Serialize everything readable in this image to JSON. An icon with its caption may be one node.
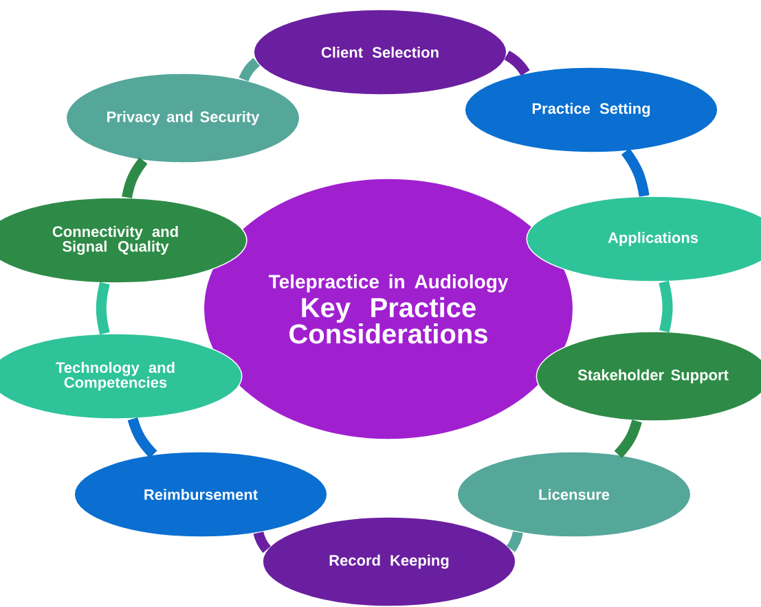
{
  "diagram": {
    "nodes": [
      {
        "text": [
          "Telepractice in Audiology",
          "Key Practice Considerations"
        ]
      },
      {
        "text": [
          "Client Selection"
        ]
      },
      {
        "text": [
          "Practice Setting"
        ]
      },
      {
        "text": [
          "Applications"
        ]
      },
      {
        "text": [
          "Stakeholder Support"
        ]
      },
      {
        "text": [
          "Licensure"
        ]
      },
      {
        "text": [
          "Record Keeping"
        ]
      },
      {
        "text": [
          "Reimbursement"
        ]
      },
      {
        "text": [
          "Technology and Competencies"
        ]
      },
      {
        "text": [
          "Connectivity and Signal Quality"
        ]
      },
      {
        "text": [
          "Privacy and Security"
        ]
      }
    ],
    "edges": [
      {
        "from": 1,
        "to": 2,
        "arrow": "none",
        "color": "#6a1fa0"
      },
      {
        "from": 2,
        "to": 3,
        "arrow": "none",
        "color": "#0a6fd0"
      },
      {
        "from": 3,
        "to": 4,
        "arrow": "none",
        "color": "#2fc39a"
      },
      {
        "from": 4,
        "to": 5,
        "arrow": "none",
        "color": "#2e8b47"
      },
      {
        "from": 5,
        "to": 6,
        "arrow": "none",
        "color": "#55a79a"
      },
      {
        "from": 6,
        "to": 7,
        "arrow": "none",
        "color": "#6a1fa0"
      },
      {
        "from": 7,
        "to": 8,
        "arrow": "none",
        "color": "#0a6fd0"
      },
      {
        "from": 8,
        "to": 9,
        "arrow": "none",
        "color": "#2fc39a"
      },
      {
        "from": 9,
        "to": 10,
        "arrow": "none",
        "color": "#2e8b47"
      },
      {
        "from": 10,
        "to": 1,
        "arrow": "none",
        "color": "#55a79a"
      }
    ]
  }
}
